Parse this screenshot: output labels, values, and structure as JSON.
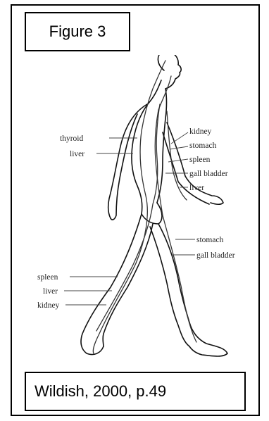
{
  "figure_label": "Figure 3",
  "caption": "Wildish, 2000, p.49",
  "labels": {
    "left": [
      "thyroid",
      "liver",
      "spleen",
      "liver",
      "kidney"
    ],
    "right": [
      "kidney",
      "stomach",
      "spleen",
      "gall bladder",
      "liver",
      "stomach",
      "gall bladder"
    ]
  },
  "image": {
    "subject": "walking-human-figure",
    "colors": {
      "line": "#111111",
      "background": "#ffffff",
      "border": "#000000"
    }
  }
}
